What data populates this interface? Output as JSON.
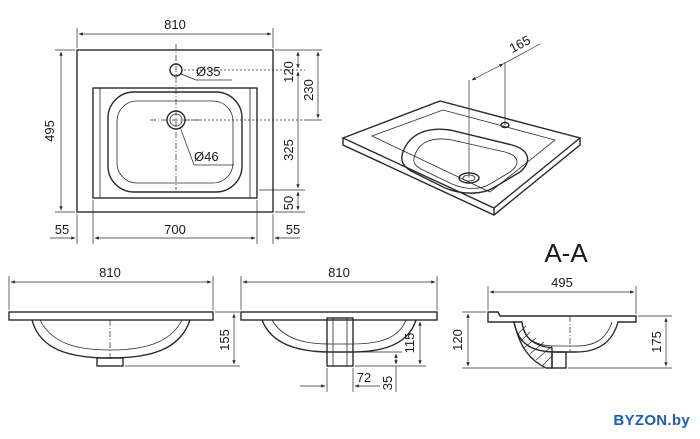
{
  "diagram": {
    "top_view": {
      "width_label": "810",
      "height_label": "495",
      "hole_label": "Ø35",
      "drain_label": "Ø46",
      "right_dims": [
        "120",
        "230",
        "325",
        "50"
      ],
      "bottom_dims": [
        "55",
        "700",
        "55"
      ]
    },
    "perspective_view": {
      "angle_label": "165"
    },
    "front_view": {
      "width_label": "810",
      "height_label": "155"
    },
    "side_view": {
      "width_label": "810",
      "height_label": "115",
      "drain_width_label": "72",
      "drain_height_label": "35"
    },
    "section_view": {
      "title": "A-A",
      "width_label": "495",
      "height_label_left": "120",
      "height_label_right": "175"
    }
  },
  "watermark": "BYZON.by",
  "colors": {
    "line": "#2a2a2a",
    "watermark": "#1a5fb4",
    "background": "#ffffff"
  }
}
